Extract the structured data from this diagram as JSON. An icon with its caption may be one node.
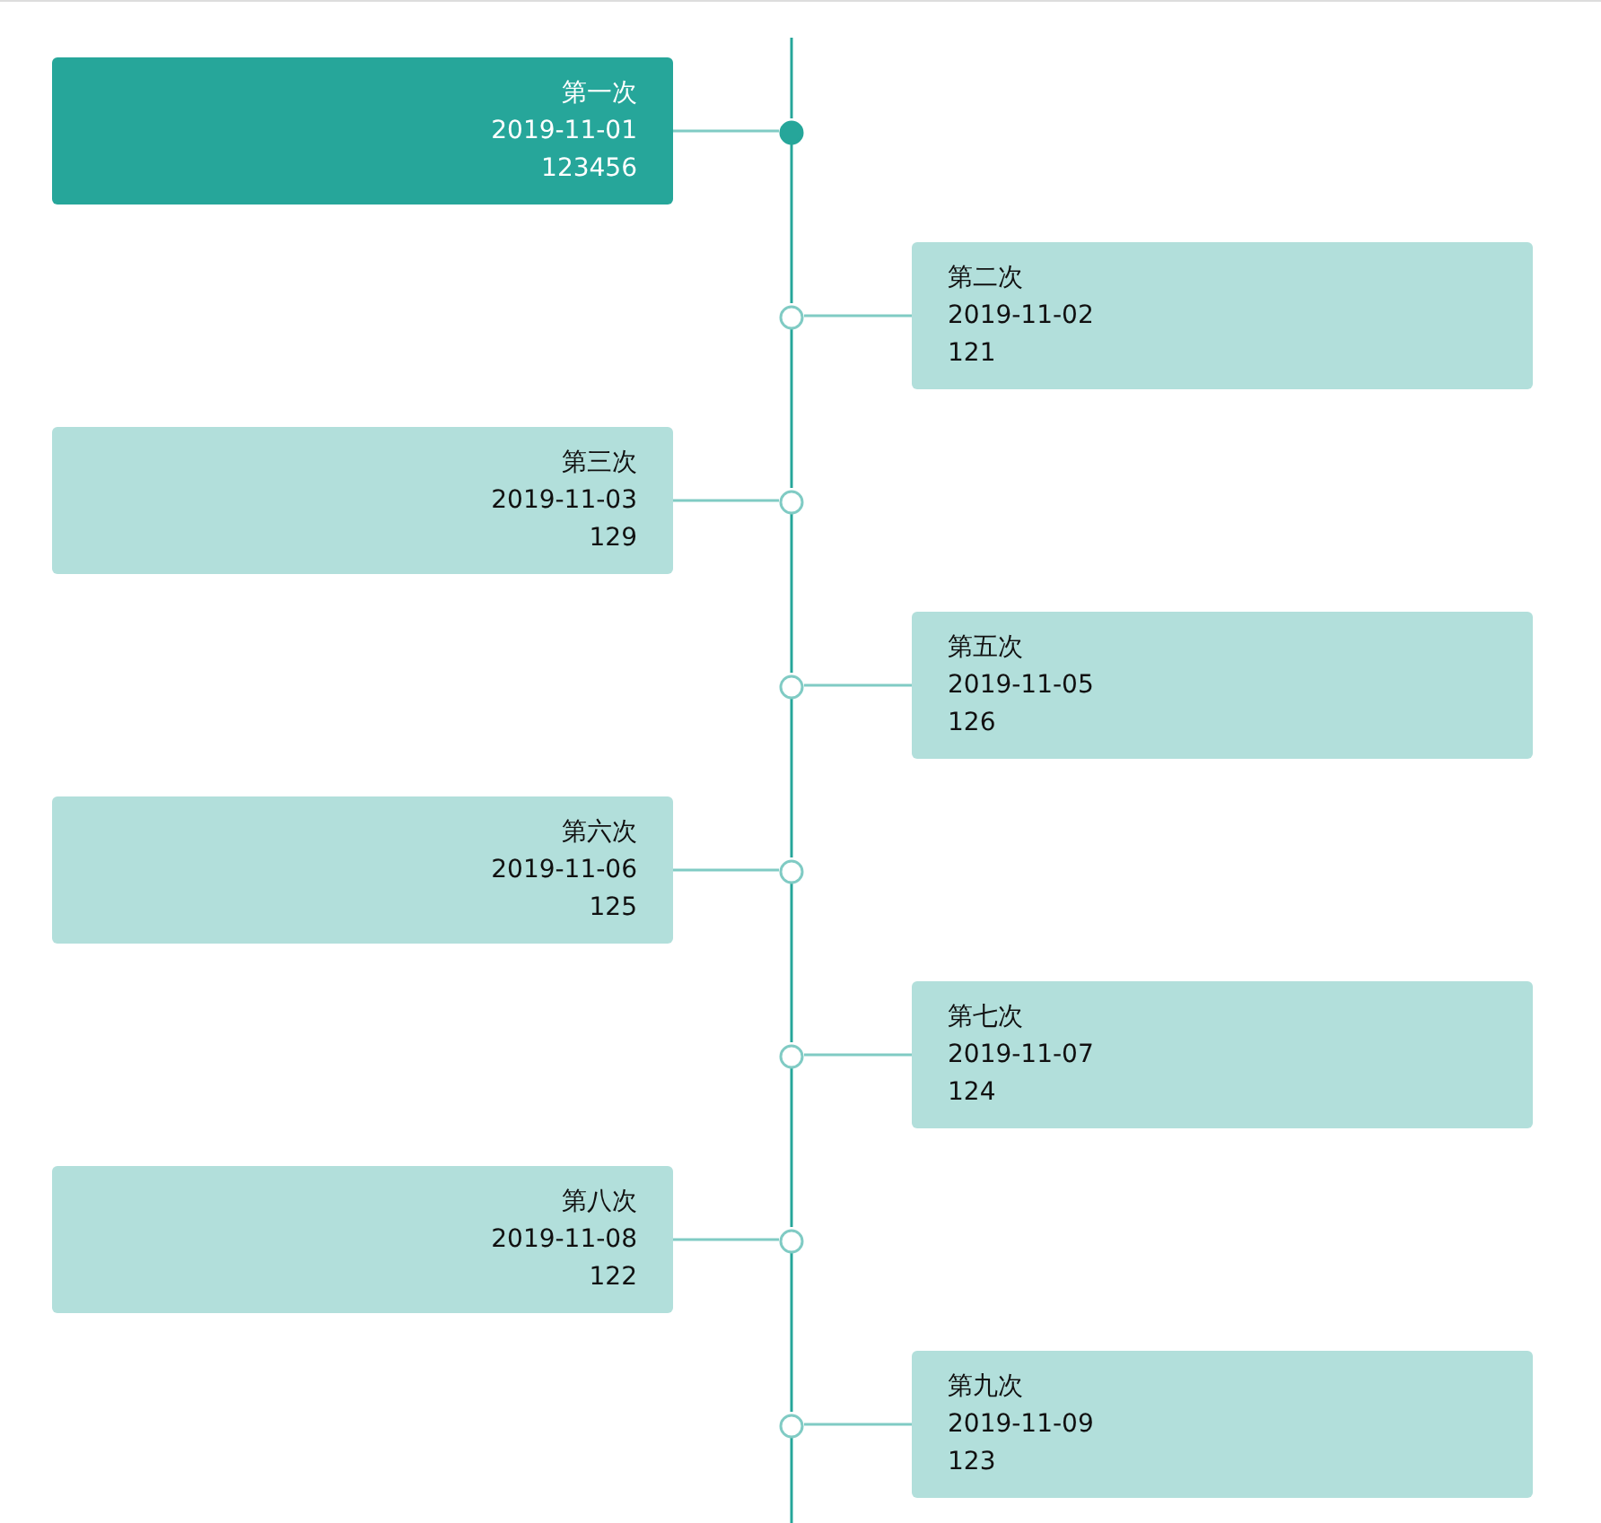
{
  "diagram": {
    "nodes": [
      {
        "text": [
          "第一次",
          "2019-11-01",
          "123456"
        ]
      },
      {
        "text": [],
        "shape": "circle"
      },
      {
        "text": [
          "第二次",
          "2019-11-02",
          "121"
        ]
      },
      {
        "text": [],
        "shape": "circle"
      },
      {
        "text": [
          "第三次",
          "2019-11-03",
          "129"
        ]
      },
      {
        "text": [],
        "shape": "circle"
      },
      {
        "text": [
          "第五次",
          "2019-11-05",
          "126"
        ]
      },
      {
        "text": [],
        "shape": "circle"
      },
      {
        "text": [
          "第六次",
          "2019-11-06",
          "125"
        ]
      },
      {
        "text": [],
        "shape": "circle"
      },
      {
        "text": [
          "第七次",
          "2019-11-07",
          "124"
        ]
      },
      {
        "text": [],
        "shape": "circle"
      },
      {
        "text": [
          "第八次",
          "2019-11-08",
          "122"
        ]
      },
      {
        "text": [],
        "shape": "circle"
      },
      {
        "text": [
          "第九次",
          "2019-11-09",
          "123"
        ]
      },
      {
        "text": [],
        "shape": "circle"
      }
    ],
    "edges": [
      {
        "from": 0,
        "to": 1,
        "arrow": "none"
      },
      {
        "from": 3,
        "to": 2,
        "arrow": "none"
      },
      {
        "from": 4,
        "to": 5,
        "arrow": "none"
      },
      {
        "from": 7,
        "to": 6,
        "arrow": "none"
      },
      {
        "from": 8,
        "to": 9,
        "arrow": "none"
      },
      {
        "from": 11,
        "to": 10,
        "arrow": "none"
      },
      {
        "from": 12,
        "to": 13,
        "arrow": "none"
      },
      {
        "from": 15,
        "to": 14,
        "arrow": "none"
      },
      {
        "from": 1,
        "to": 3,
        "arrow": "none",
        "color": "#26a69a"
      },
      {
        "from": 3,
        "to": 5,
        "arrow": "none",
        "color": "#26a69a"
      },
      {
        "from": 5,
        "to": 7,
        "arrow": "none",
        "color": "#26a69a"
      },
      {
        "from": 7,
        "to": 9,
        "arrow": "none",
        "color": "#26a69a"
      },
      {
        "from": 9,
        "to": 11,
        "arrow": "none",
        "color": "#26a69a"
      },
      {
        "from": 11,
        "to": 13,
        "arrow": "none",
        "color": "#26a69a"
      },
      {
        "from": 13,
        "to": 15,
        "arrow": "none",
        "color": "#26a69a"
      }
    ]
  }
}
